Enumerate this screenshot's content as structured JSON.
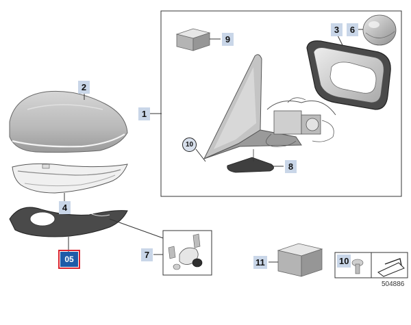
{
  "callouts": {
    "c1": "1",
    "c2": "2",
    "c3": "3",
    "c4": "4",
    "c05": "05",
    "c6": "6",
    "c7": "7",
    "c8": "8",
    "c9": "9",
    "c10a": "10",
    "c10b": "10",
    "c11": "11"
  },
  "diagram_number": "504886",
  "colors": {
    "callout_bg": "#c9d6e8",
    "highlight_bg": "#1e5ba8",
    "highlight_border": "#d9232e"
  }
}
